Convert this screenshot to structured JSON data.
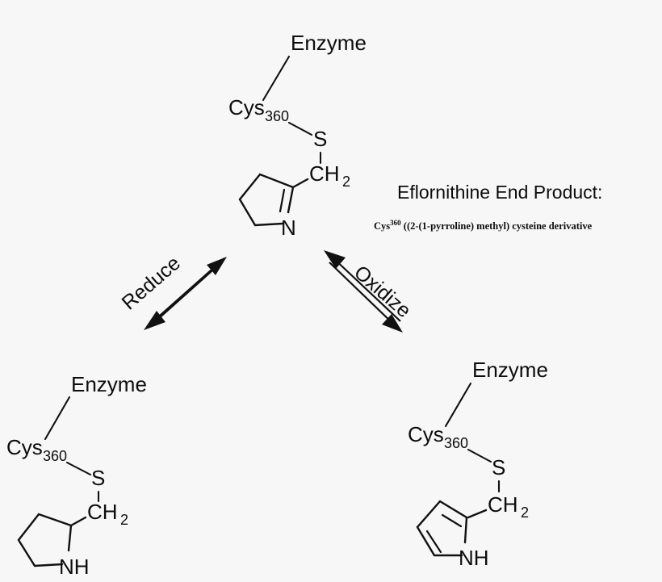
{
  "diagram": {
    "title_caption": "Eflornithine End Product:",
    "subtitle_caption_prefix": "Cys",
    "subtitle_caption_sup": "360",
    "subtitle_caption_rest": " ((2-(1-pyrroline) methyl) cysteine derivative",
    "background_color": "#f7f7f7",
    "ink_color": "#111111"
  },
  "structures": {
    "top": {
      "name": "pyrroline-cysteine-adduct",
      "enzyme_label": "Enzyme",
      "residue_label": "Cys",
      "residue_number": "360",
      "sulfur_label": "S",
      "methylene_label": "CH",
      "methylene_sub": "2",
      "ring_nitrogen_label": "N",
      "ring_type": "1-pyrroline"
    },
    "bottom_left": {
      "name": "pyrrolidine-cysteine-adduct",
      "enzyme_label": "Enzyme",
      "residue_label": "Cys",
      "residue_number": "360",
      "sulfur_label": "S",
      "methylene_label": "CH",
      "methylene_sub": "2",
      "ring_nitrogen_label": "NH",
      "ring_type": "pyrrolidine"
    },
    "bottom_right": {
      "name": "pyrrole-cysteine-adduct",
      "enzyme_label": "Enzyme",
      "residue_label": "Cys",
      "residue_number": "360",
      "sulfur_label": "S",
      "methylene_label": "CH",
      "methylene_sub": "2",
      "ring_nitrogen_label": "NH",
      "ring_type": "pyrrole"
    }
  },
  "arrows": {
    "left": {
      "label": "Reduce"
    },
    "right": {
      "label": "Oxidize"
    }
  }
}
